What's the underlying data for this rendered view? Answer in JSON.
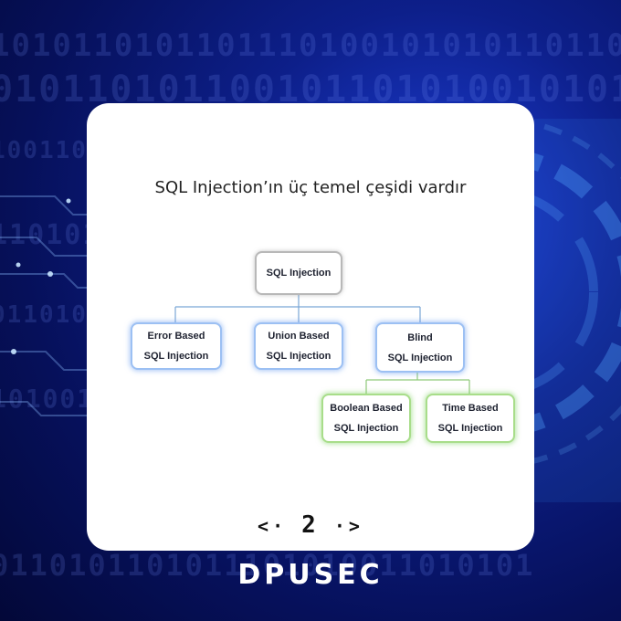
{
  "diagram": {
    "heading": "SQL Injection’ın üç temel çeşidi vardır",
    "root": {
      "line1": "SQL Injection"
    },
    "children": [
      {
        "line1": "Error Based",
        "line2": "SQL Injection"
      },
      {
        "line1": "Union Based",
        "line2": "SQL Injection"
      },
      {
        "line1": "Blind",
        "line2": "SQL Injection"
      }
    ],
    "blind_children": [
      {
        "line1": "Boolean Based",
        "line2": "SQL Injection"
      },
      {
        "line1": "Time Based",
        "line2": "SQL Injection"
      }
    ]
  },
  "pagination": {
    "prev": "<·",
    "page": "2",
    "next": "·>"
  },
  "brand": "DPUSEC",
  "colors": {
    "background": "#0d1f8a",
    "card": "#ffffff",
    "root_border": "#b8b8b8",
    "level1_border": "#9cc0f3",
    "level2_border": "#a8dd8a",
    "connector_blue": "#7aa6d6",
    "connector_green": "#8fc97a"
  }
}
